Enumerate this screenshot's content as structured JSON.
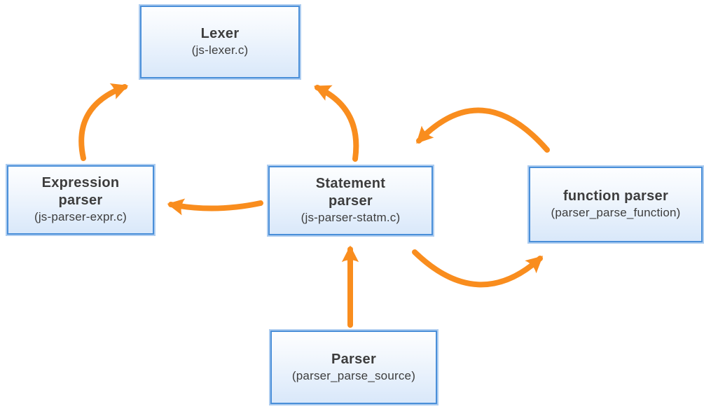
{
  "diagram": {
    "description": "Parser architecture diagram",
    "colors": {
      "arrow": "#F98D1E",
      "box_border": "#4A8FD9",
      "box_border_halo": "#AECDF0",
      "box_fill_top": "#FDFEFF",
      "box_fill_bottom": "#D9E8FA",
      "text": "#3D3D3D",
      "background": "#FFFFFF"
    },
    "nodes": [
      {
        "id": "lexer",
        "title": "Lexer",
        "subtitle": "(js-lexer.c)"
      },
      {
        "id": "expression-parser",
        "title": "Expression parser",
        "subtitle": "(js-parser-expr.c)"
      },
      {
        "id": "statement-parser",
        "title": "Statement parser",
        "subtitle": "(js-parser-statm.c)"
      },
      {
        "id": "function-parser",
        "title": "function parser",
        "subtitle": "(parser_parse_function)"
      },
      {
        "id": "parser",
        "title": "Parser",
        "subtitle": "(parser_parse_source)"
      }
    ],
    "edges": [
      {
        "from": "expression-parser",
        "to": "lexer"
      },
      {
        "from": "statement-parser",
        "to": "lexer"
      },
      {
        "from": "statement-parser",
        "to": "expression-parser"
      },
      {
        "from": "function-parser",
        "to": "statement-parser"
      },
      {
        "from": "statement-parser",
        "to": "function-parser"
      },
      {
        "from": "parser",
        "to": "statement-parser"
      }
    ]
  }
}
